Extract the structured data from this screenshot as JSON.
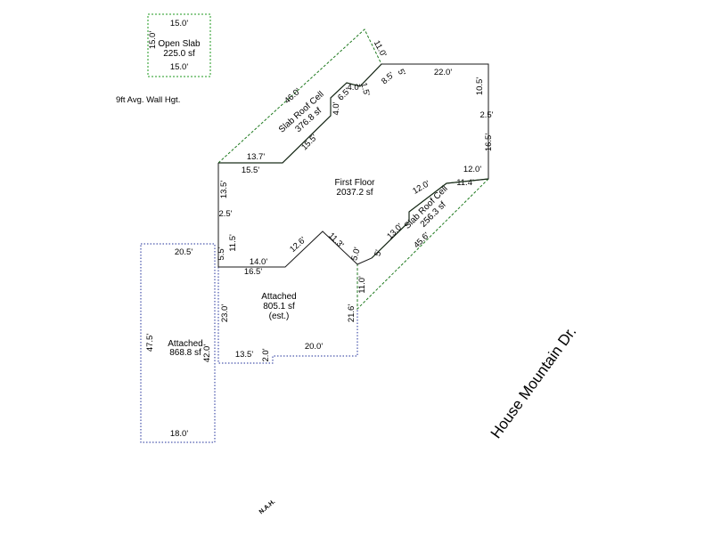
{
  "colors": {
    "first_floor": "#1a1a1a",
    "slab_roof": "#1f7a1f",
    "open_slab": "#1f9a1f",
    "attached": "#1f2f9a"
  },
  "areas": {
    "open_slab": {
      "name": "Open Slab",
      "area": "225.0 sf"
    },
    "first_floor": {
      "name": "First Floor",
      "area": "2037.2 sf"
    },
    "slab_roof_upper": {
      "name": "Slab Roof Cell",
      "area": "376.8 sf"
    },
    "slab_roof_lower": {
      "name": "Slab Roof Cell",
      "area": "256.3 sf"
    },
    "attached_center": {
      "name": "Attached",
      "area": "805.1 sf",
      "note": "(est.)"
    },
    "attached_left": {
      "name": "Attached",
      "area": "868.8 sf"
    }
  },
  "notes": {
    "wall_height": "9ft Avg. Wall Hgt.",
    "street": "House Mountain Dr.",
    "nah": "N.A.H."
  },
  "dimensions": {
    "os_top": "15.0'",
    "os_left": "15.0'",
    "os_bottom": "15.0'",
    "sr_outer": "46.0'",
    "sr_top": "11.0'",
    "ff_notch1": "6.5'",
    "ff_notch2": "4.0'",
    "ff_notch3": "1.5'",
    "ff_notch4": "4.0'",
    "ff_notch5": "8.5'",
    "ff_notch6": "5'",
    "ff_top": "22.0'",
    "ff_r1": "10.5'",
    "ff_r2": "2.5'",
    "ff_r3": "16.5'",
    "ff_r4": "12.0'",
    "ff_diag_upper": "15.5'",
    "ff_upper_step": "13.7'",
    "ff_upper_left": "15.5'",
    "ff_left1": "13.5'",
    "ff_left2": "2.5'",
    "ff_left3": "11.5'",
    "ff_left4": "5.5'",
    "ff_bottom1": "14.0'",
    "ff_bottom2": "16.5'",
    "ff_peak_left": "12.6'",
    "ff_peak_right": "11.3'",
    "ff_inner1": "5.0'",
    "ff_inner2": "5'",
    "ff_diag_lower": "13.0'",
    "ff_lower_step": "12.0'",
    "sr2_right": "11.4'",
    "sr2_outer": "45.6'",
    "sr2_bottom": "11.0'",
    "at_top": "20.5'",
    "at_left": "47.5'",
    "at_inner": "42.0'",
    "at_bottom": "18.0'",
    "ac_left": "23.0'",
    "ac_right": "21.6'",
    "ac_bottom_left": "13.5'",
    "ac_step": "2.0'",
    "ac_bottom_right": "20.0'"
  }
}
